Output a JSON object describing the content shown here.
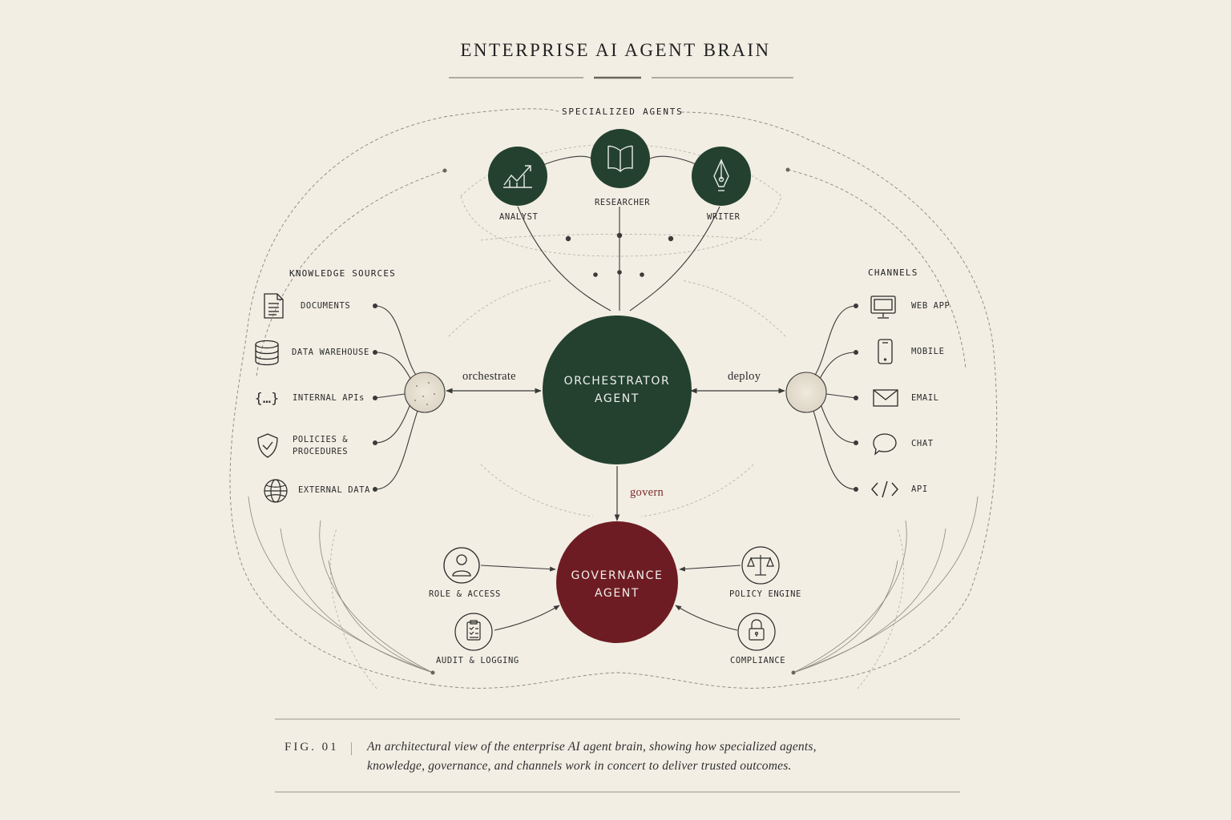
{
  "title": "ENTERPRISE AI AGENT BRAIN",
  "sections": {
    "specialized_agents": "SPECIALIZED AGENTS",
    "knowledge_sources": "KNOWLEDGE SOURCES",
    "channels": "CHANNELS"
  },
  "agents": [
    {
      "label": "ANALYST",
      "icon": "chart-icon"
    },
    {
      "label": "RESEARCHER",
      "icon": "book-icon"
    },
    {
      "label": "WRITER",
      "icon": "pen-nib-icon"
    }
  ],
  "knowledge": [
    {
      "label": "DOCUMENTS",
      "icon": "document-icon"
    },
    {
      "label": "DATA WAREHOUSE",
      "icon": "database-icon"
    },
    {
      "label": "INTERNAL APIs",
      "icon": "braces-icon"
    },
    {
      "label_line1": "POLICIES &",
      "label_line2": "PROCEDURES",
      "icon": "shield-check-icon"
    },
    {
      "label": "EXTERNAL DATA",
      "icon": "globe-icon"
    }
  ],
  "channels": [
    {
      "label": "WEB APP",
      "icon": "monitor-icon"
    },
    {
      "label": "MOBILE",
      "icon": "phone-icon"
    },
    {
      "label": "EMAIL",
      "icon": "envelope-icon"
    },
    {
      "label": "CHAT",
      "icon": "chat-bubble-icon"
    },
    {
      "label": "API",
      "icon": "code-icon"
    }
  ],
  "orchestrator": {
    "line1": "ORCHESTRATOR",
    "line2": "AGENT"
  },
  "governance": {
    "line1": "GOVERNANCE",
    "line2": "AGENT"
  },
  "verbs": {
    "orchestrate": "orchestrate",
    "deploy": "deploy",
    "govern": "govern"
  },
  "governance_items": [
    {
      "label": "ROLE & ACCESS",
      "icon": "user-icon"
    },
    {
      "label": "AUDIT & LOGGING",
      "icon": "clipboard-check-icon"
    },
    {
      "label": "POLICY ENGINE",
      "icon": "scales-icon"
    },
    {
      "label": "COMPLIANCE",
      "icon": "lock-icon"
    }
  ],
  "caption": {
    "fig": "FIG. 01",
    "line1": "An architectural view of the enterprise AI agent brain, showing how specialized agents,",
    "line2": "knowledge, governance, and channels work in concert to deliver trusted outcomes."
  },
  "colors": {
    "background": "#f2eee4",
    "agent_green": "#24412f",
    "governance_red": "#6e1c23",
    "ink": "#2a2a28",
    "govern_text": "#7a2a2a"
  }
}
